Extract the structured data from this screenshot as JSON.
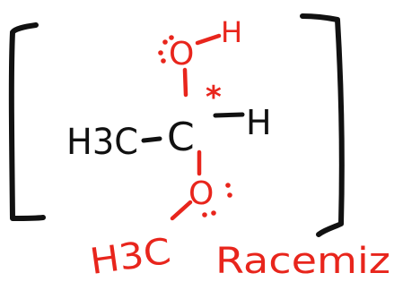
{
  "colors": {
    "black_ink": "#111111",
    "red_ink": "#e8251c",
    "background": "#ffffff"
  },
  "molecule": {
    "left_group": "H3C",
    "center_atom": "C",
    "right_atom": "H",
    "hydroxyl_oxygen": "O",
    "hydroxyl_hydrogen": "H",
    "stereocenter_mark": "*",
    "ether_oxygen": "O",
    "methyl_group_bottom": "H3C"
  },
  "annotation": {
    "note": "Racemiz"
  }
}
